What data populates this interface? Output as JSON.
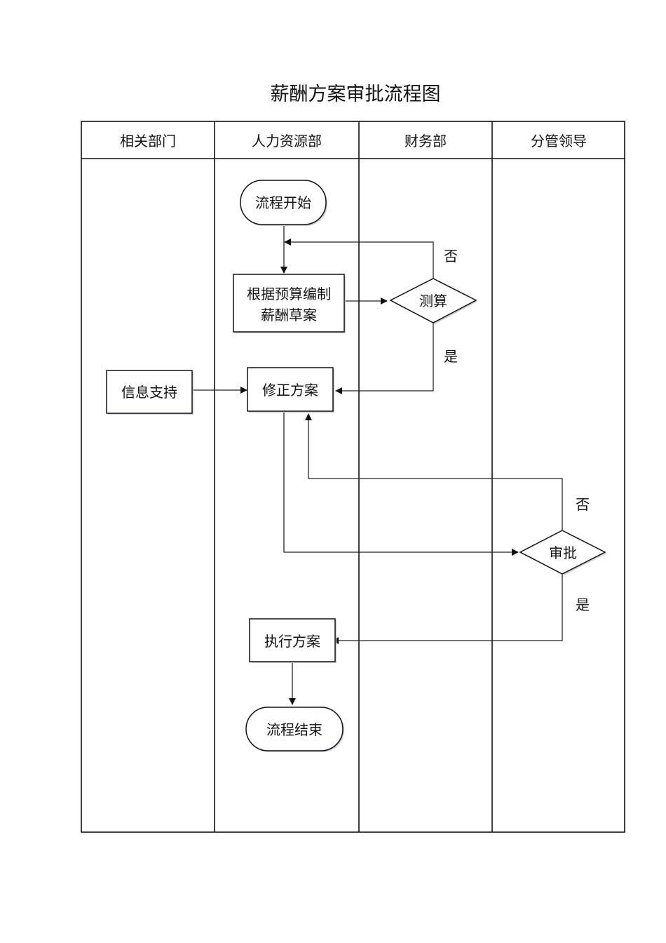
{
  "title": "薪酬方案审批流程图",
  "lanes": [
    {
      "id": "related",
      "label": "相关部门"
    },
    {
      "id": "hr",
      "label": "人力资源部"
    },
    {
      "id": "finance",
      "label": "财务部"
    },
    {
      "id": "leader",
      "label": "分管领导"
    }
  ],
  "nodes": {
    "start": {
      "type": "terminator",
      "lane": "hr",
      "label": "流程开始"
    },
    "draft": {
      "type": "process",
      "lane": "hr",
      "label_line1": "根据预算编制",
      "label_line2": "薪酬草案"
    },
    "calc": {
      "type": "decision",
      "lane": "finance",
      "label": "测算"
    },
    "info": {
      "type": "process",
      "lane": "related",
      "label": "信息支持"
    },
    "revise": {
      "type": "process",
      "lane": "hr",
      "label": "修正方案"
    },
    "approve": {
      "type": "decision",
      "lane": "leader",
      "label": "审批"
    },
    "execute": {
      "type": "process",
      "lane": "hr",
      "label": "执行方案"
    },
    "end": {
      "type": "terminator",
      "lane": "hr",
      "label": "流程结束"
    }
  },
  "edges": [
    {
      "from": "start",
      "to": "draft",
      "label": ""
    },
    {
      "from": "draft",
      "to": "calc",
      "label": ""
    },
    {
      "from": "calc",
      "to": "draft",
      "label": "否"
    },
    {
      "from": "calc",
      "to": "revise",
      "label": "是"
    },
    {
      "from": "info",
      "to": "revise",
      "label": ""
    },
    {
      "from": "revise",
      "to": "approve",
      "label": ""
    },
    {
      "from": "approve",
      "to": "revise",
      "label": "否"
    },
    {
      "from": "approve",
      "to": "execute",
      "label": "是"
    },
    {
      "from": "execute",
      "to": "end",
      "label": ""
    }
  ],
  "edge_labels": {
    "calc_no": "否",
    "calc_yes": "是",
    "approve_no": "否",
    "approve_yes": "是"
  },
  "colors": {
    "line": "#111111",
    "shadow": "#c9ced6",
    "background": "#ffffff"
  }
}
